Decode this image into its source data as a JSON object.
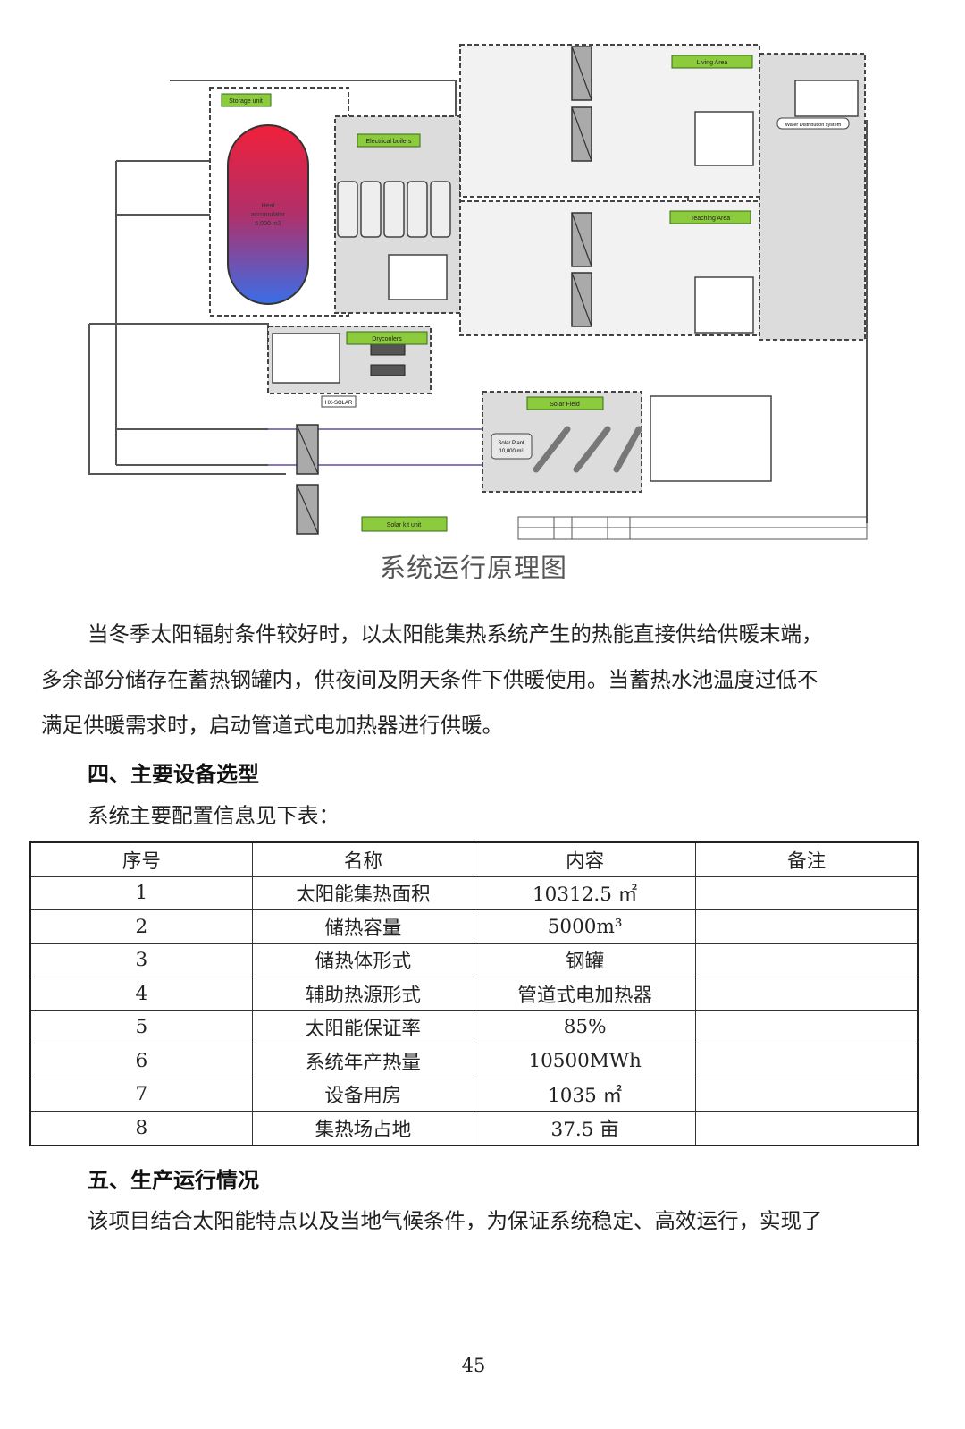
{
  "diagram": {
    "storage_unit": "Storage unit",
    "tank_label_1": "Heat",
    "tank_label_2": "accumulator",
    "tank_label_3": "5,000 m3",
    "electrical_boilers": "Electrical boilers",
    "living_area": "Living Area",
    "teaching_area": "Teaching Area",
    "water_distribution": "Water Distribution system",
    "drycoolers": "Drycoolers",
    "hx_solar": "HX-SOLAR",
    "solar_field": "Solar Field",
    "solar_plant_1": "Solar Plant",
    "solar_plant_2": "10,000 m²",
    "solar_kit_unit": "Solar kit unit",
    "colors": {
      "green": "#8ccc3c",
      "tank_top": "#f0203a",
      "tank_bottom": "#3a6ee8",
      "zone": "#d8d8d8"
    }
  },
  "caption": "系统运行原理图",
  "para1": [
    "当冬季太阳辐射条件较好时，以太阳能集热系统产生的热能直接供给供暖末端，",
    "多余部分储存在蓄热钢罐内，供夜间及阴天条件下供暖使用。当蓄热水池温度过低不",
    "满足供暖需求时，启动管道式电加热器进行供暖。"
  ],
  "heading4": "四、主要设备选型",
  "table_intro": "系统主要配置信息见下表：",
  "table": {
    "headers": [
      "序号",
      "名称",
      "内容",
      "备注"
    ],
    "rows": [
      [
        "1",
        "太阳能集热面积",
        "10312.5 ㎡",
        ""
      ],
      [
        "2",
        "储热容量",
        "5000m³",
        ""
      ],
      [
        "3",
        "储热体形式",
        "钢罐",
        ""
      ],
      [
        "4",
        "辅助热源形式",
        "管道式电加热器",
        ""
      ],
      [
        "5",
        "太阳能保证率",
        "85%",
        ""
      ],
      [
        "6",
        "系统年产热量",
        "10500MWh",
        ""
      ],
      [
        "7",
        "设备用房",
        "1035 ㎡",
        ""
      ],
      [
        "8",
        "集热场占地",
        "37.5 亩",
        ""
      ]
    ]
  },
  "heading5": "五、生产运行情况",
  "para2": "该项目结合太阳能特点以及当地气候条件，为保证系统稳定、高效运行，实现了",
  "page_number": "45"
}
